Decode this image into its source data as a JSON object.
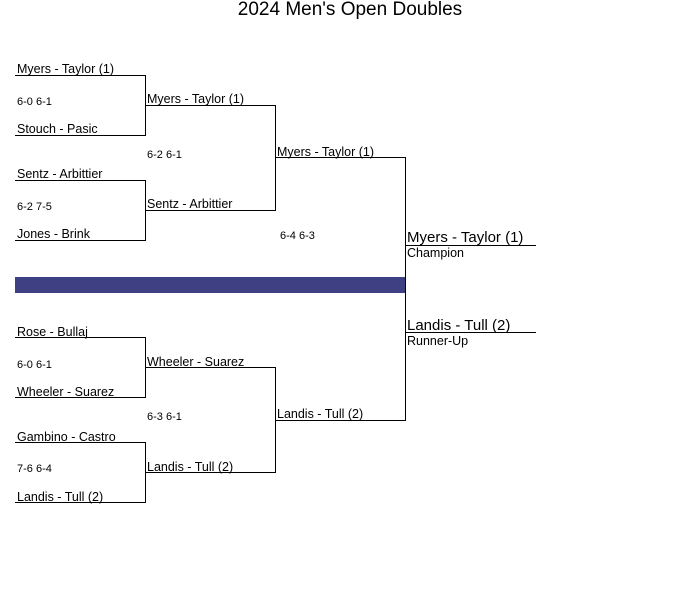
{
  "title": "2024 Men's Open Doubles",
  "colors": {
    "divider": "#3f3f83",
    "lines": "#000000"
  },
  "top_half": {
    "r1": {
      "m1": {
        "team_a": "Myers - Taylor (1)",
        "team_b": "Stouch - Pasic",
        "score": "6-0 6-1"
      },
      "m2": {
        "team_a": "Sentz - Arbittier",
        "team_b": "Jones - Brink",
        "score": "6-2 7-5"
      }
    },
    "r2": {
      "team_a": "Myers - Taylor (1)",
      "team_b": "Sentz - Arbittier",
      "score": "6-2 6-1"
    },
    "semi": {
      "winner": "Myers - Taylor (1)"
    }
  },
  "bottom_half": {
    "r1": {
      "m1": {
        "team_a": "Rose - Bullaj",
        "team_b": "Wheeler - Suarez",
        "score": "6-0 6-1"
      },
      "m2": {
        "team_a": "Gambino - Castro",
        "team_b": "Landis - Tull (2)",
        "score": "7-6 6-4"
      }
    },
    "r2": {
      "team_a": "Wheeler - Suarez",
      "team_b": "Landis - Tull (2)",
      "score": "6-3 6-1"
    },
    "semi": {
      "winner": "Landis - Tull (2)"
    }
  },
  "final": {
    "score": "6-4 6-3",
    "champion": {
      "name": "Myers - Taylor (1)",
      "label": "Champion"
    },
    "runner_up": {
      "name": "Landis - Tull (2)",
      "label": "Runner-Up"
    }
  }
}
